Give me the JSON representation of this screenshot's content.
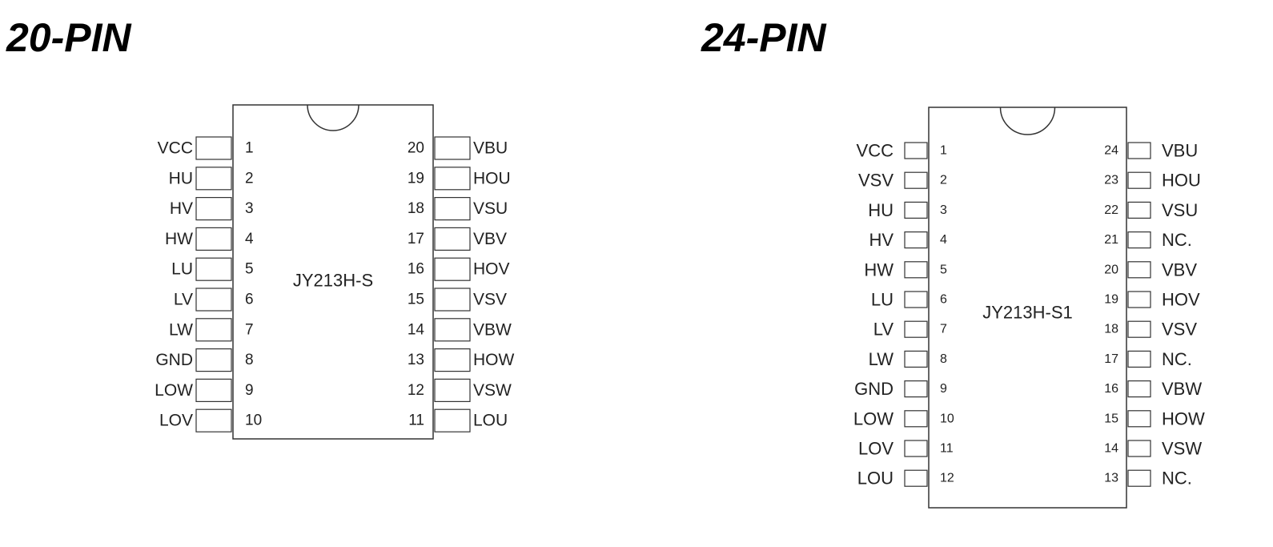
{
  "diagrams": [
    {
      "heading": "20-PIN",
      "part_name": "JY213H-S",
      "left_pins": [
        {
          "num": "1",
          "name": "VCC"
        },
        {
          "num": "2",
          "name": "HU"
        },
        {
          "num": "3",
          "name": "HV"
        },
        {
          "num": "4",
          "name": "HW"
        },
        {
          "num": "5",
          "name": "LU"
        },
        {
          "num": "6",
          "name": "LV"
        },
        {
          "num": "7",
          "name": "LW"
        },
        {
          "num": "8",
          "name": "GND"
        },
        {
          "num": "9",
          "name": "LOW"
        },
        {
          "num": "10",
          "name": "LOV"
        }
      ],
      "right_pins": [
        {
          "num": "20",
          "name": "VBU"
        },
        {
          "num": "19",
          "name": "HOU"
        },
        {
          "num": "18",
          "name": "VSU"
        },
        {
          "num": "17",
          "name": "VBV"
        },
        {
          "num": "16",
          "name": "HOV"
        },
        {
          "num": "15",
          "name": "VSV"
        },
        {
          "num": "14",
          "name": "VBW"
        },
        {
          "num": "13",
          "name": "HOW"
        },
        {
          "num": "12",
          "name": "VSW"
        },
        {
          "num": "11",
          "name": "LOU"
        }
      ]
    },
    {
      "heading": "24-PIN",
      "part_name": "JY213H-S1",
      "left_pins": [
        {
          "num": "1",
          "name": "VCC"
        },
        {
          "num": "2",
          "name": "VSV"
        },
        {
          "num": "3",
          "name": "HU"
        },
        {
          "num": "4",
          "name": "HV"
        },
        {
          "num": "5",
          "name": "HW"
        },
        {
          "num": "6",
          "name": "LU"
        },
        {
          "num": "7",
          "name": "LV"
        },
        {
          "num": "8",
          "name": "LW"
        },
        {
          "num": "9",
          "name": "GND"
        },
        {
          "num": "10",
          "name": "LOW"
        },
        {
          "num": "11",
          "name": "LOV"
        },
        {
          "num": "12",
          "name": "LOU"
        }
      ],
      "right_pins": [
        {
          "num": "24",
          "name": "VBU"
        },
        {
          "num": "23",
          "name": "HOU"
        },
        {
          "num": "22",
          "name": "VSU"
        },
        {
          "num": "21",
          "name": "NC."
        },
        {
          "num": "20",
          "name": "VBV"
        },
        {
          "num": "19",
          "name": "HOV"
        },
        {
          "num": "18",
          "name": "VSV"
        },
        {
          "num": "17",
          "name": "NC."
        },
        {
          "num": "16",
          "name": "VBW"
        },
        {
          "num": "15",
          "name": "HOW"
        },
        {
          "num": "14",
          "name": "VSW"
        },
        {
          "num": "13",
          "name": "NC."
        }
      ]
    }
  ]
}
